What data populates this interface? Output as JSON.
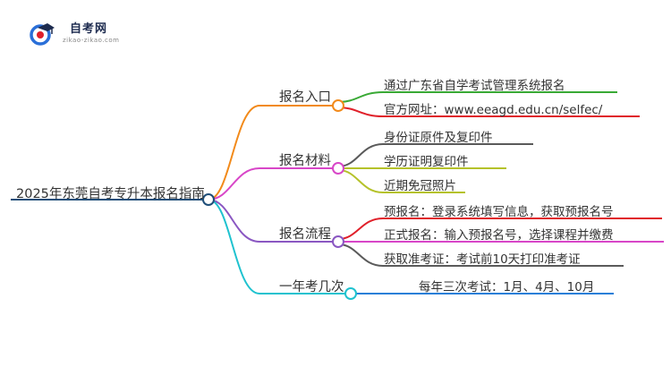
{
  "logo": {
    "title": "自考网",
    "subtitle": "zikao-zikao.com"
  },
  "colors": {
    "root": "#1f4e79",
    "branch1": "#f28a1a",
    "branch2": "#d846c8",
    "branch3": "#8a57c2",
    "branch4": "#1fc2cf",
    "leaf_green": "#39a935",
    "leaf_red": "#e0202a",
    "leaf_gray": "#5a5a5a",
    "leaf_yellow": "#b5c22a",
    "leaf_blue": "#2a7fd8"
  },
  "root": {
    "label": "2025年东莞自考专升本报名指南"
  },
  "branches": [
    {
      "label": "报名入口",
      "leaves": [
        "通过广东省自学考试管理系统报名",
        "官方网址：www.eeagd.edu.cn/selfec/"
      ]
    },
    {
      "label": "报名材料",
      "leaves": [
        "身份证原件及复印件",
        "学历证明复印件",
        "近期免冠照片"
      ]
    },
    {
      "label": "报名流程",
      "leaves": [
        "预报名：登录系统填写信息，获取预报名号",
        "正式报名：输入预报名号，选择课程并缴费",
        "获取准考证：考试前10天打印准考证"
      ]
    },
    {
      "label": "一年考几次",
      "leaves": [
        "每年三次考试：1月、4月、10月"
      ]
    }
  ]
}
